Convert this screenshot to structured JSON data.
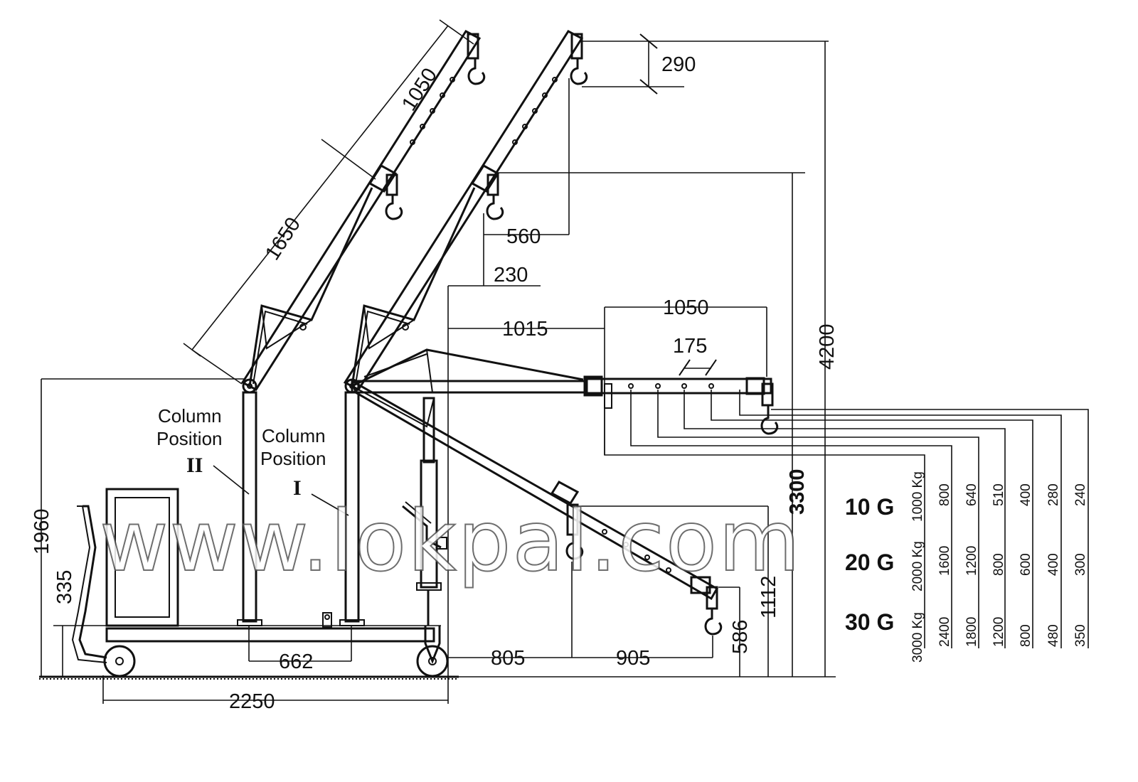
{
  "diagram": {
    "dimensions": {
      "boom_upper_1050": "1050",
      "boom_lower_1650": "1650",
      "hook_290": "290",
      "offset_560": "560",
      "offset_230": "230",
      "offset_1015": "1015",
      "horizontal_1050": "1050",
      "hole_pitch_175": "175",
      "height_4200": "4200",
      "height_3300": "3300",
      "height_1960": "1960",
      "height_335": "335",
      "height_1112": "1112",
      "height_586": "586",
      "wheelbase_662": "662",
      "reach_805": "805",
      "reach_905": "905",
      "length_2250": "2250"
    },
    "labels": {
      "column_position_2_line1": "Column",
      "column_position_2_line2": "Position",
      "column_position_2_numeral": "II",
      "column_position_1_line1": "Column",
      "column_position_1_line2": "Position",
      "column_position_1_numeral": "I"
    },
    "watermark": "www.lokpal.com",
    "capacity_table": {
      "rows": [
        {
          "grade": "10 G",
          "capacity": "1000 Kg",
          "loads": [
            "800",
            "640",
            "510",
            "400",
            "280",
            "240"
          ]
        },
        {
          "grade": "20 G",
          "capacity": "2000 Kg",
          "loads": [
            "1600",
            "1200",
            "800",
            "600",
            "400",
            "300"
          ]
        },
        {
          "grade": "30 G",
          "capacity": "3000 Kg",
          "loads": [
            "2400",
            "1800",
            "1200",
            "800",
            "480",
            "350"
          ]
        }
      ]
    }
  }
}
